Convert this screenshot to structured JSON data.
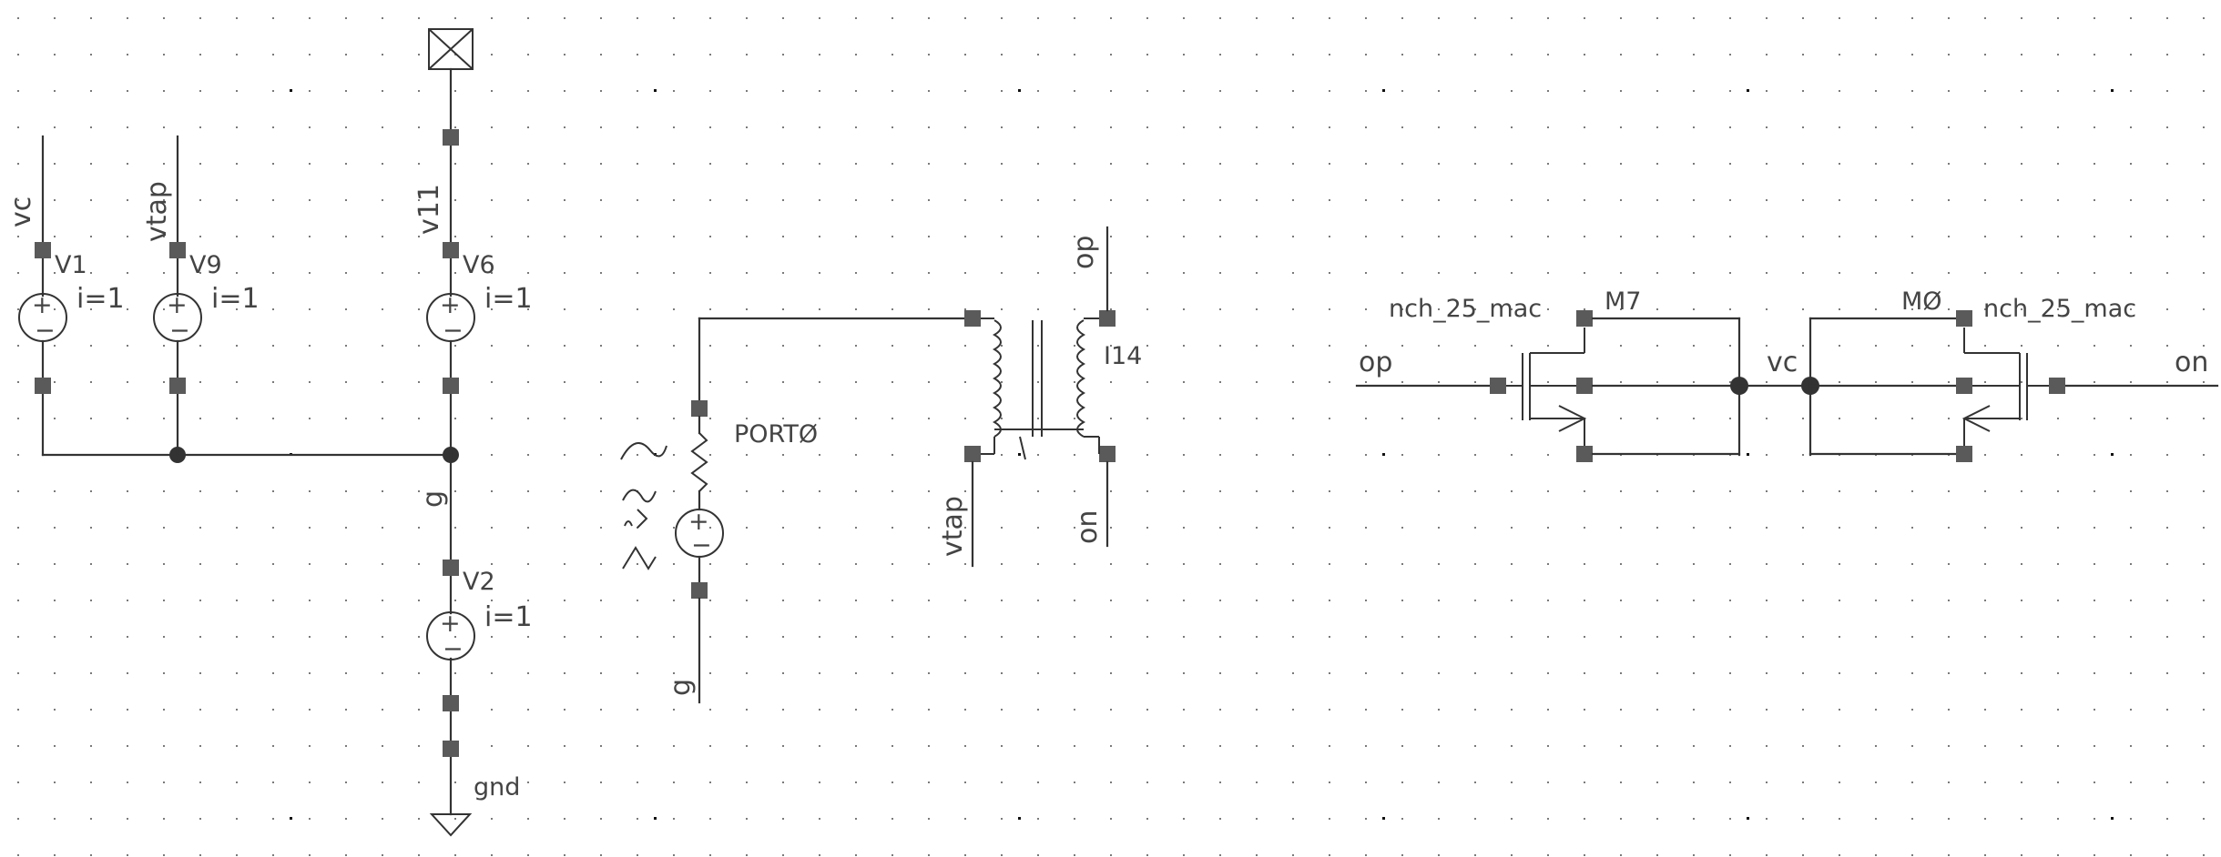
{
  "theme": {
    "wire": "#333333",
    "pin": "#5a5a5a",
    "text": "#444444",
    "grid": "#222222",
    "background": "#ffffff"
  },
  "labels": {
    "vc": "vc",
    "vtap": "vtap",
    "v11": "v11",
    "g": "g",
    "gnd": "gnd",
    "op": "op",
    "on": "on",
    "current": "i=1"
  },
  "components": {
    "V1": "V1",
    "V9": "V9",
    "V6": "V6",
    "V2": "V2",
    "PORT0": "PORTØ",
    "I14": "I14",
    "M7": "M7",
    "M0": "MØ",
    "nmos_model": "nch_25_mac"
  }
}
